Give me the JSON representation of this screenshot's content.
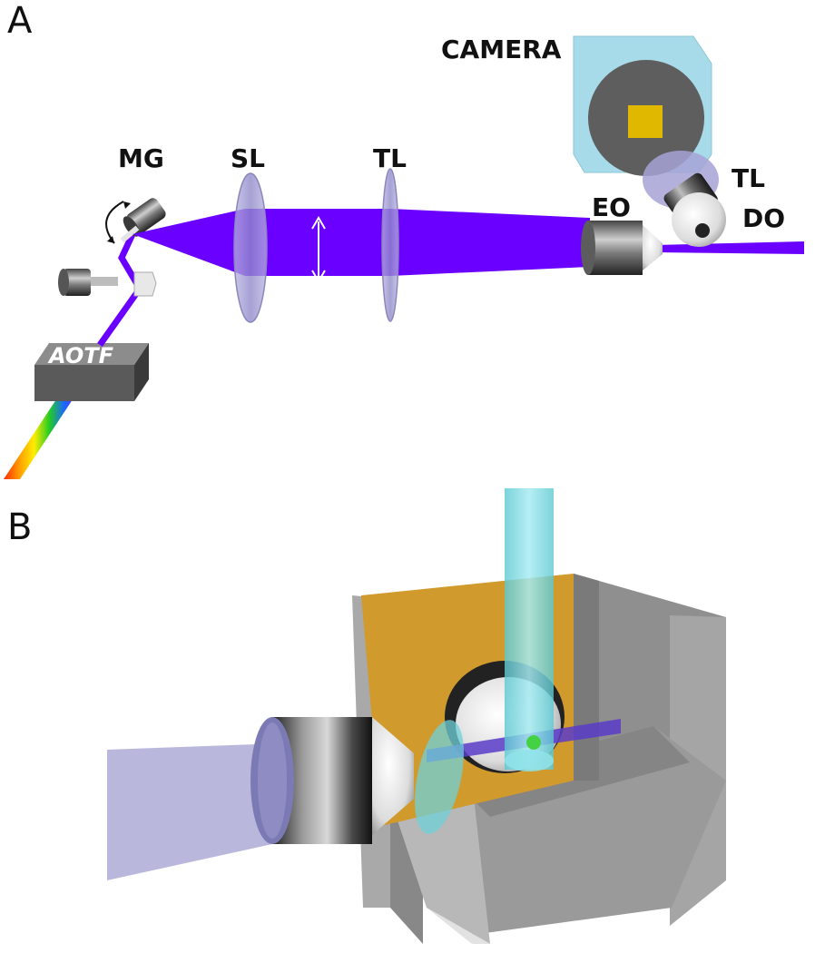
{
  "panels": {
    "a": {
      "letter": "A"
    },
    "b": {
      "letter": "B"
    }
  },
  "labels": {
    "camera": "CAMERA",
    "mg": "MG",
    "sl": "SL",
    "tl_scan": "TL",
    "tl_detect": "TL",
    "eo": "EO",
    "do": "DO",
    "aotf": "AOTF"
  },
  "colors": {
    "excitation_beam": "#6a00ff",
    "camera_housing": "#9fd3e3",
    "camera_sensor": "#e0b800",
    "lens": "#a7a2d6",
    "chamber_back_wall": "#d19a2c",
    "chamber_gray": "#9a9a9a",
    "detection_beam": "#7fd8e0",
    "sample_fluorescence": "#44d244"
  },
  "icons": {
    "scan_arrow": "double-headed-arrow",
    "galvo_rotation": "curved-double-arrow"
  }
}
